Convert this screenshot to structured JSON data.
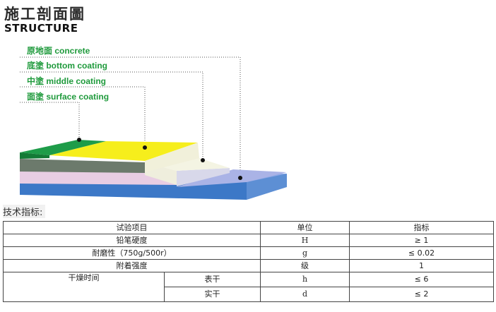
{
  "header": {
    "title_cn": "施工剖面圖",
    "title_en": "STRUCTURE"
  },
  "diagram": {
    "label_color": "#1f9a3c",
    "layers": [
      {
        "label": "原地面 concrete",
        "color": "#6f8fd6"
      },
      {
        "label": "底塗 bottom coating",
        "color": "#e9d3e3"
      },
      {
        "label": "中塗 middle coating",
        "color": "#f2f2df"
      },
      {
        "label": "面塗 surface coating",
        "color": "#f7ef1a"
      }
    ],
    "edge_color": "#1e9c49"
  },
  "spec": {
    "heading": "技术指标:",
    "columns": [
      "试验项目",
      "单位",
      "指标"
    ],
    "rows": [
      {
        "item": "铅笔硬度",
        "unit": "H",
        "value": "≥ 1"
      },
      {
        "item": "耐磨性（750g/500r）",
        "unit": "g",
        "value": "≤ 0.02"
      },
      {
        "item": "附着强度",
        "unit": "级",
        "value": "1"
      }
    ],
    "drying": {
      "item": "干燥时间",
      "sub": [
        {
          "label": "表干",
          "unit": "h",
          "value": "≤ 6"
        },
        {
          "label": "实干",
          "unit": "d",
          "value": "≤ 2"
        }
      ]
    }
  }
}
